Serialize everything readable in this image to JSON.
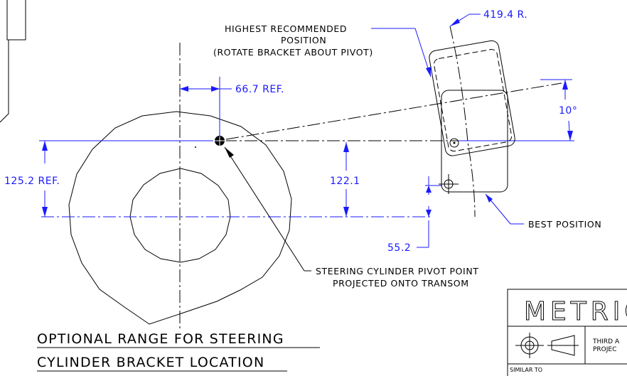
{
  "title": {
    "line1": "OPTIONAL RANGE FOR STEERING",
    "line2": "CYLINDER BRACKET LOCATION"
  },
  "dimensions": {
    "offset": "66.7 REF.",
    "height_ref": "125.2 REF.",
    "height": "122.1",
    "lower": "55.2",
    "radius": "419.4 R.",
    "angle": "10°"
  },
  "notes": {
    "highest_1": "HIGHEST RECOMMENDED",
    "highest_2": "POSITION",
    "highest_3": "(ROTATE BRACKET ABOUT PIVOT)",
    "pivot_1": "STEERING CYLINDER PIVOT POINT",
    "pivot_2": "PROJECTED ONTO TRANSOM",
    "best": "BEST POSITION"
  },
  "title_block": {
    "units": "METRIC",
    "projection_1": "THIRD A",
    "projection_2": "PROJEC",
    "similar_to": "SIMILAR TO"
  },
  "colors": {
    "geometry": "#000000",
    "dimensions": "#1a1aff"
  }
}
